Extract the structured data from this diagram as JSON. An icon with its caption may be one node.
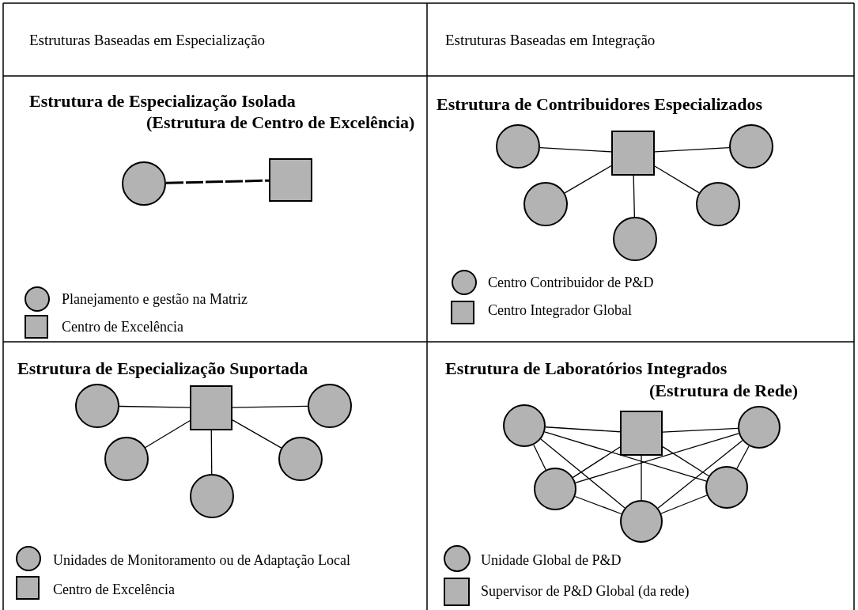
{
  "diagram": {
    "nodes": [
      {
        "text": [
          "Estrutura de Especialização Isolada",
          "(Estrutura de Centro de Excelência)"
        ]
      },
      {
        "text": [],
        "shape": "circle",
        "in": 0
      },
      {
        "text": [],
        "shape": "box",
        "in": 0
      },
      {
        "text": [
          "Estrutura de Contribuidores Especializados"
        ]
      },
      {
        "text": [],
        "shape": "circle",
        "in": 3
      },
      {
        "text": [],
        "shape": "box",
        "in": 3
      },
      {
        "text": [],
        "shape": "circle",
        "in": 3
      },
      {
        "text": [],
        "shape": "circle",
        "in": 3
      },
      {
        "text": [],
        "shape": "circle",
        "in": 3
      },
      {
        "text": [],
        "shape": "circle",
        "in": 3
      },
      {
        "text": [
          "Estrutura de Especialização Suportada"
        ]
      },
      {
        "text": [],
        "shape": "circle",
        "in": 10
      },
      {
        "text": [],
        "shape": "box",
        "in": 10
      },
      {
        "text": [],
        "shape": "circle",
        "in": 10
      },
      {
        "text": [],
        "shape": "circle",
        "in": 10
      },
      {
        "text": [],
        "shape": "circle",
        "in": 10
      },
      {
        "text": [],
        "shape": "circle",
        "in": 10
      },
      {
        "text": [
          "Estrutura de Laboratórios Integrados",
          "(Estrutura de Rede)"
        ]
      },
      {
        "text": [],
        "shape": "circle",
        "in": 17
      },
      {
        "text": [],
        "shape": "box",
        "in": 17
      },
      {
        "text": [],
        "shape": "circle",
        "in": 17
      },
      {
        "text": [],
        "shape": "circle",
        "in": 17
      },
      {
        "text": [],
        "shape": "circle",
        "in": 17
      },
      {
        "text": [],
        "shape": "circle",
        "in": 17
      }
    ],
    "edges": [
      {
        "from": 1,
        "to": 2,
        "arrow": "none",
        "style": "dashed"
      },
      {
        "from": 4,
        "to": 5,
        "arrow": "none"
      },
      {
        "from": 5,
        "to": 6,
        "arrow": "none"
      },
      {
        "from": 5,
        "to": 7,
        "arrow": "none"
      },
      {
        "from": 5,
        "to": 8,
        "arrow": "none"
      },
      {
        "from": 5,
        "to": 9,
        "arrow": "none"
      },
      {
        "from": 11,
        "to": 12,
        "arrow": "none"
      },
      {
        "from": 12,
        "to": 13,
        "arrow": "none"
      },
      {
        "from": 12,
        "to": 14,
        "arrow": "none"
      },
      {
        "from": 12,
        "to": 15,
        "arrow": "none"
      },
      {
        "from": 12,
        "to": 16,
        "arrow": "none"
      },
      {
        "from": 18,
        "to": 19,
        "arrow": "none"
      },
      {
        "from": 19,
        "to": 20,
        "arrow": "none"
      },
      {
        "from": 18,
        "to": 21,
        "arrow": "none"
      },
      {
        "from": 20,
        "to": 22,
        "arrow": "none"
      },
      {
        "from": 18,
        "to": 22,
        "arrow": "none"
      },
      {
        "from": 18,
        "to": 23,
        "arrow": "none"
      },
      {
        "from": 21,
        "to": 20,
        "arrow": "none"
      },
      {
        "from": 21,
        "to": 19,
        "arrow": "none"
      },
      {
        "from": 21,
        "to": 23,
        "arrow": "none"
      },
      {
        "from": 19,
        "to": 23,
        "arrow": "none"
      },
      {
        "from": 19,
        "to": 22,
        "arrow": "none"
      },
      {
        "from": 20,
        "to": 23,
        "arrow": "none"
      },
      {
        "from": 22,
        "to": 23,
        "arrow": "none"
      }
    ],
    "labels": [
      "Estruturas Baseadas em Especialização",
      "Estruturas Baseadas em Integração"
    ],
    "legend": [
      {
        "text": "Planejamento e gestão na Matriz"
      },
      {
        "text": "Centro de Excelência"
      },
      {
        "text": "Centro Contribuidor de P&D"
      },
      {
        "text": "Centro Integrador Global"
      },
      {
        "text": "Unidades de Monitoramento ou de Adaptação Local"
      },
      {
        "text": "Centro de Excelência"
      },
      {
        "text": "Unidade Global de P&D"
      },
      {
        "text": "Supervisor de P&D Global (da rede)"
      }
    ]
  }
}
